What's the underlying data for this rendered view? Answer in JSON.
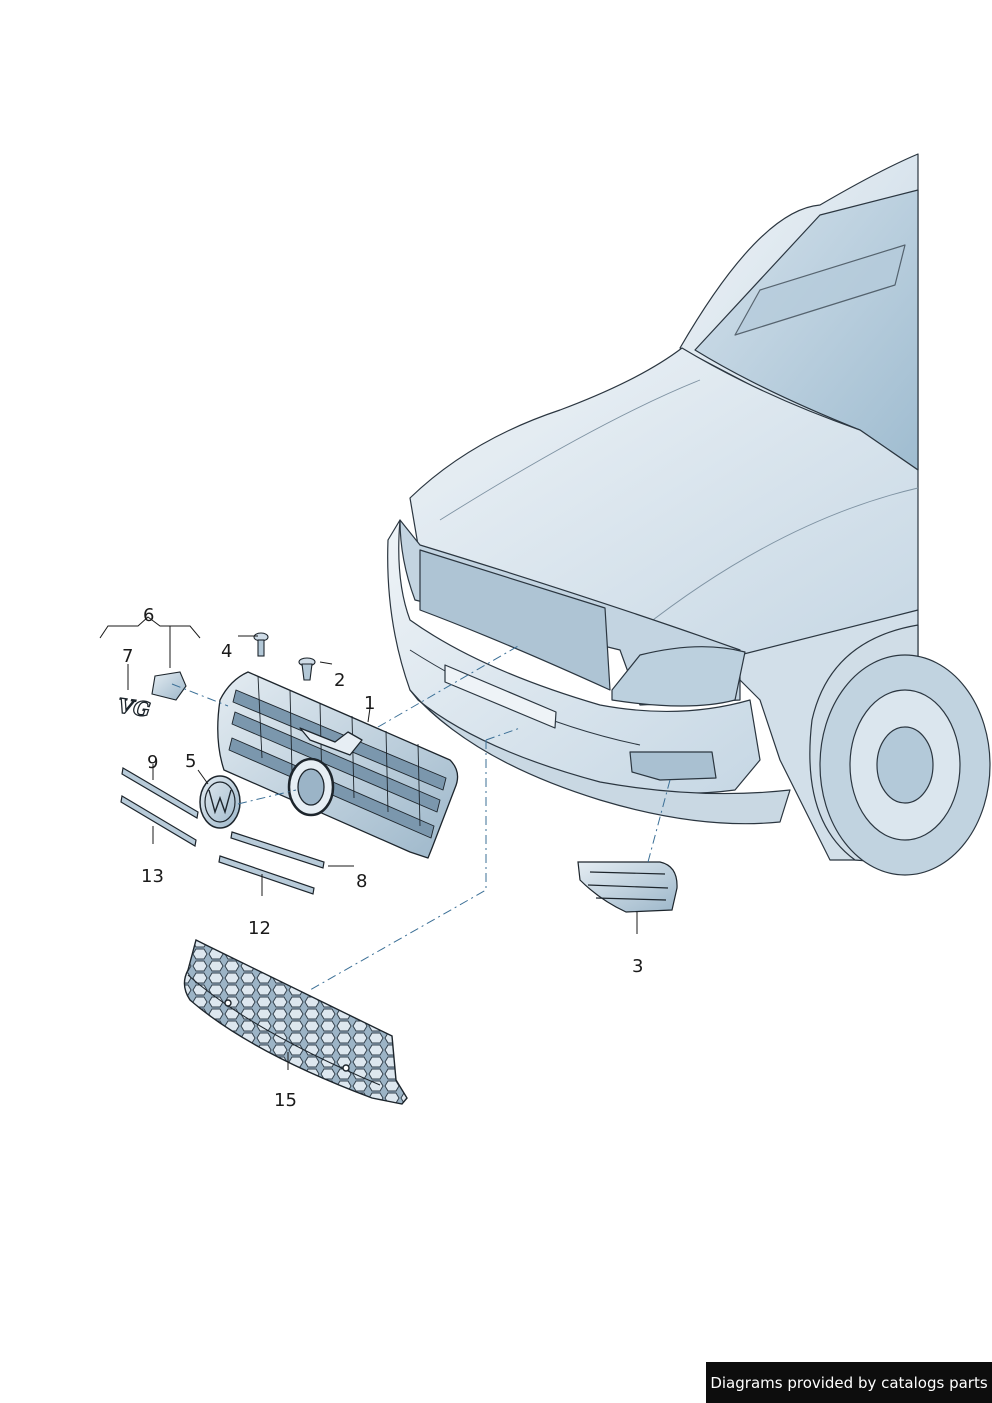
{
  "diagram": {
    "callouts": [
      {
        "id": "1",
        "label": "1"
      },
      {
        "id": "2",
        "label": "2"
      },
      {
        "id": "3",
        "label": "3"
      },
      {
        "id": "4",
        "label": "4"
      },
      {
        "id": "5",
        "label": "5"
      },
      {
        "id": "6",
        "label": "6"
      },
      {
        "id": "7",
        "label": "7"
      },
      {
        "id": "8",
        "label": "8"
      },
      {
        "id": "9",
        "label": "9"
      },
      {
        "id": "12",
        "label": "12"
      },
      {
        "id": "13",
        "label": "13"
      },
      {
        "id": "15",
        "label": "15"
      }
    ],
    "emblem_text": "VG"
  },
  "footer": {
    "text": "Diagrams provided by catalogs parts"
  },
  "colors": {
    "vehicle_fill": "#dce6ee",
    "vehicle_shade": "#b7cddd",
    "part_fill": "#cfdce7",
    "part_dark": "#8fa9bd",
    "line": "#1a1a1a",
    "footer_bg": "#0d0d0d"
  }
}
